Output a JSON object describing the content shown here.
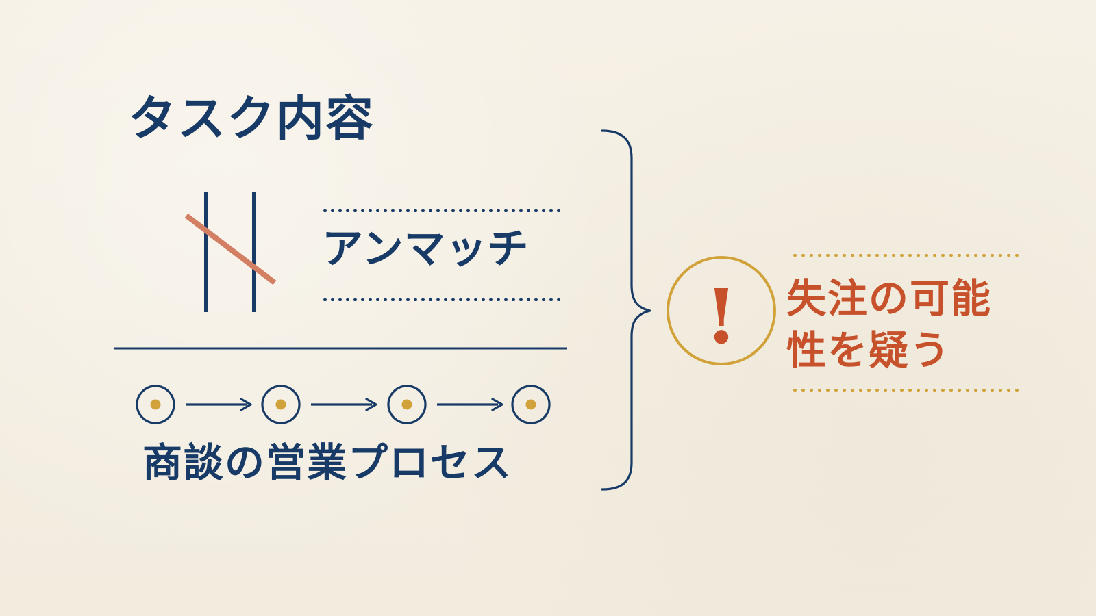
{
  "diagram": {
    "task_title": "タスク内容",
    "mismatch_label": "アンマッチ",
    "process_label": "商談の営業プロセス",
    "risk_label_line1": "失注の可能",
    "risk_label_line2": "性を疑う",
    "warning_symbol": "!"
  },
  "icons": {
    "mismatch": "parallel-lines-with-slash",
    "process_nodes": "target-circle-icon",
    "flow_arrows": "right-arrow-icon",
    "warning": "exclamation-circle-icon"
  },
  "colors": {
    "background": "#f4efe3",
    "navy": "#173a67",
    "accent_orange": "#c6512b",
    "accent_gold": "#d2a23a",
    "slash": "#d37f63"
  }
}
